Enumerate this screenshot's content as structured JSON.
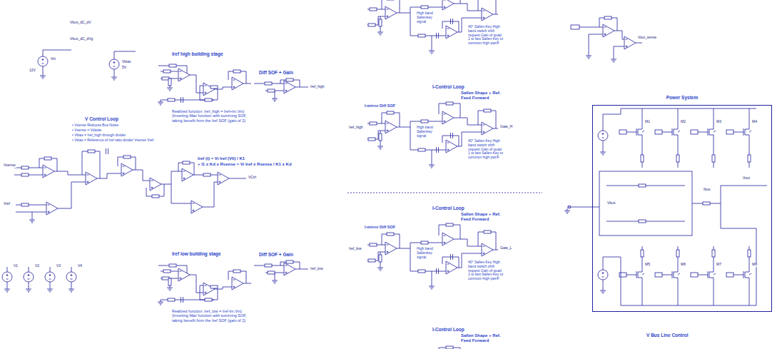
{
  "diagram": {
    "nodes": [
      {
        "text": [
          "Power System"
        ]
      }
    ],
    "labels": [
      "Vbus_dC_dV",
      "Vbus_dC_dVg",
      "Vin",
      "12V",
      "Vbias",
      "5V",
      "Iref high building stage",
      "Diff SOF + Gain",
      "Realized function: Iref_high = Iref+Im.Vin) (Inverting Max function with summing SOF, taking benefit from the Iref SOF (gain of 2)",
      "Iref_high",
      "V Control Loop",
      "• Vsense Reduces Bus Noise",
      "• Vsense = Vdiode",
      "• Vbias = Iref_high through divider",
      "• Vbias = Reference of Iref ratio divider Vsense Vref",
      "Iref (t) = Vi Iref (V0) / K1",
      "+ I1 x Kd x Rsense = Vi Iref x Rsense / K1 x Kd",
      "Vsense",
      "VCtrl",
      "Vref",
      "Iref low building stage",
      "Diff SOF + Gain",
      "Realized function: Iref_low = Iref-Im.Vin) (Inverting Max function with summing SOF, taking benefit from the Iref SOF (gain of 2)",
      "Iref_low",
      "V1",
      "V2",
      "V3",
      "V4",
      "High band Sallenkey signal",
      "40° Sallen-Key High band switch shift request Gain of quad 1 to fast Sallen-Key to common high pwr/F",
      "I-Control Loop",
      "Sallen Shape + Ref. Feed Forward",
      "I-mirror Diff SOF",
      "High band Sallenkey signal",
      "40° Sallen-Key High band switch shift request Gain of quad 1 to fast Sallen-Key to common high pwr/F",
      "I-Control Loop",
      "Sallen Shape + Ref. Feed Forward",
      "I-mirror Diff SOF",
      "High band Sallenkey signal",
      "40° Sallen-Key High band switch shift request Gain of quad 1 to fast Sallen-Key to common high pwr/F",
      "I-Control Loop",
      "Sallen Shape + Ref. Feed Forward",
      "Iref_high",
      "Iref_low",
      "Gate_H",
      "Gate_L",
      "V Bus Line Control",
      "Vbus",
      "Ibus",
      "Vout",
      "M1",
      "M2",
      "M3",
      "M4",
      "M5",
      "M6",
      "M7",
      "M8",
      "Vout_sense"
    ]
  }
}
